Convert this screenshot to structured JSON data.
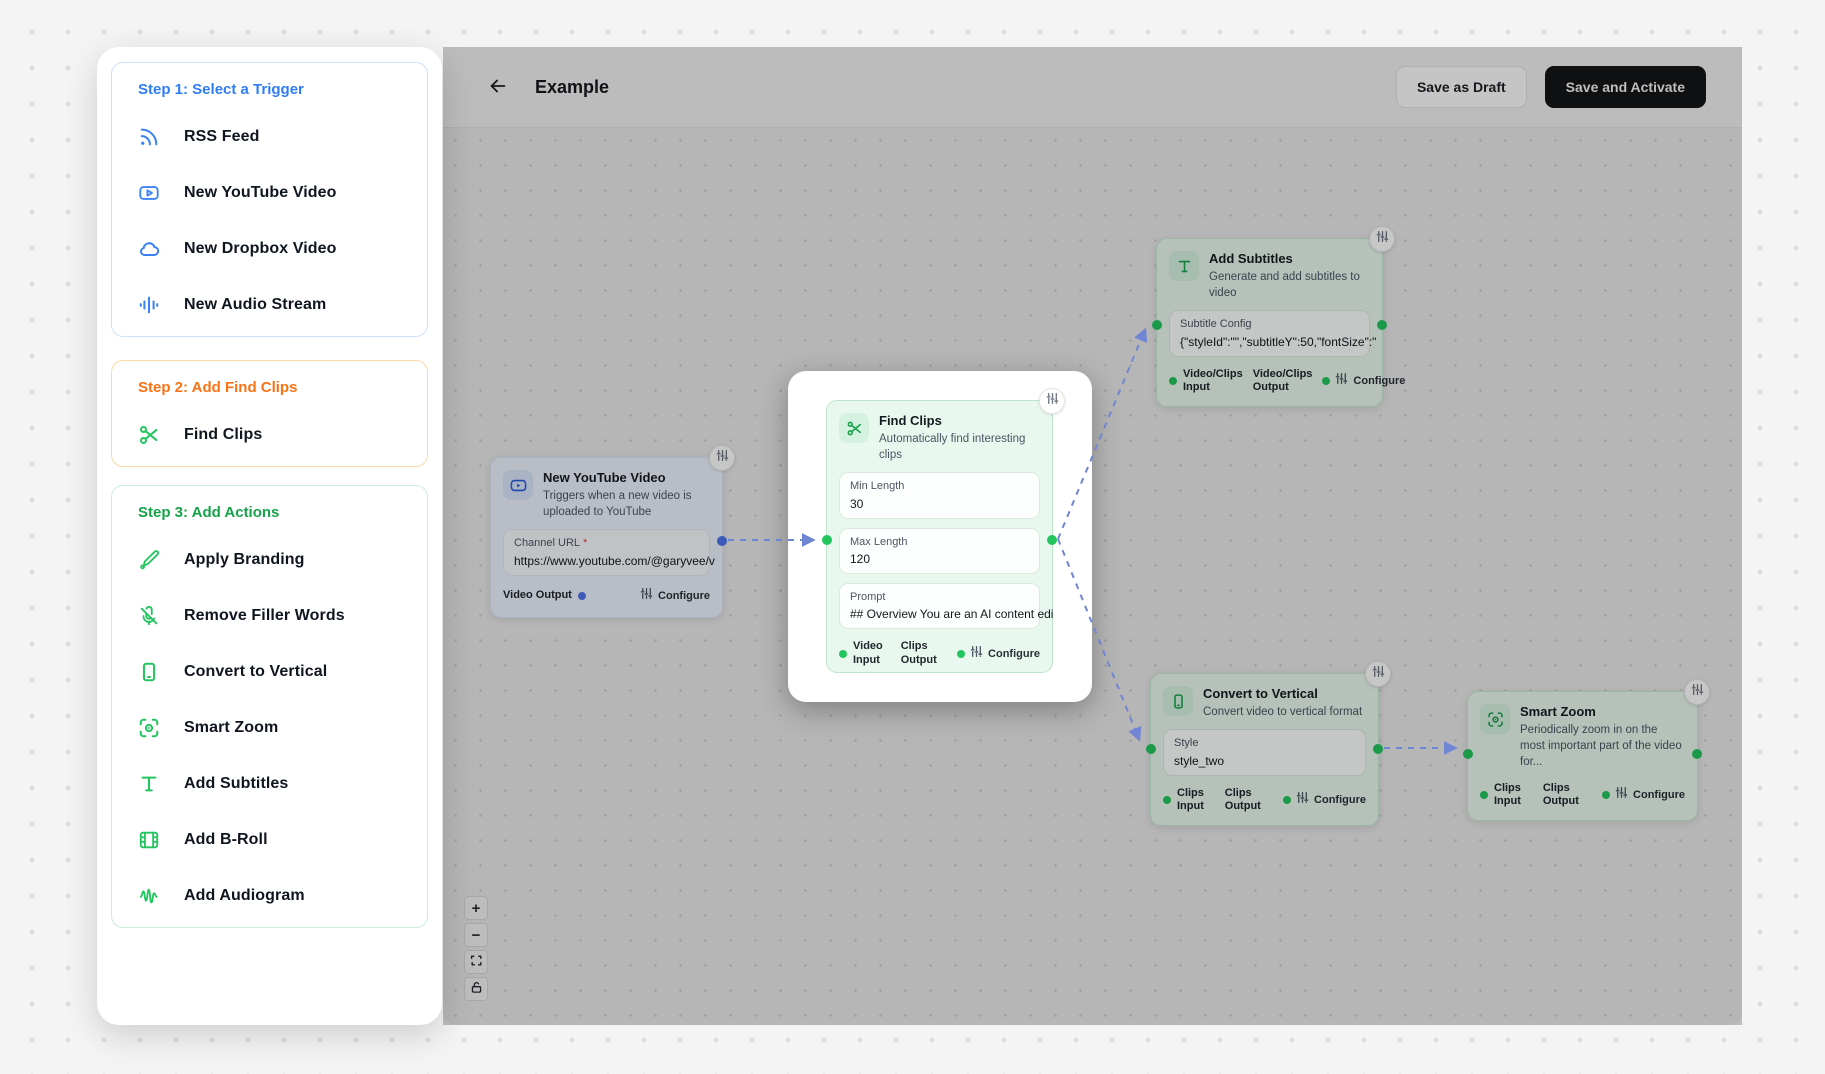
{
  "header": {
    "title": "Example",
    "save_draft_label": "Save as Draft",
    "save_activate_label": "Save and Activate"
  },
  "sidebar": {
    "steps": [
      {
        "title": "Step 1: Select a Trigger",
        "items": [
          {
            "label": "RSS Feed",
            "icon": "rss-icon"
          },
          {
            "label": "New YouTube Video",
            "icon": "youtube-icon"
          },
          {
            "label": "New Dropbox Video",
            "icon": "cloud-icon"
          },
          {
            "label": "New Audio Stream",
            "icon": "audio-bars-icon"
          }
        ]
      },
      {
        "title": "Step 2: Add Find Clips",
        "items": [
          {
            "label": "Find Clips",
            "icon": "scissors-icon"
          }
        ]
      },
      {
        "title": "Step 3: Add Actions",
        "items": [
          {
            "label": "Apply Branding",
            "icon": "paintbrush-icon"
          },
          {
            "label": "Remove Filler Words",
            "icon": "mic-off-icon"
          },
          {
            "label": "Convert to Vertical",
            "icon": "smartphone-icon"
          },
          {
            "label": "Smart Zoom",
            "icon": "eye-scan-icon"
          },
          {
            "label": "Add Subtitles",
            "icon": "type-icon"
          },
          {
            "label": "Add B-Roll",
            "icon": "film-icon"
          },
          {
            "label": "Add Audiogram",
            "icon": "waveform-icon"
          }
        ]
      }
    ]
  },
  "canvas": {
    "nodes": [
      {
        "title": "New YouTube Video",
        "subtitle": "Triggers when a new video is uploaded to YouTube",
        "fields": [
          {
            "label": "Channel URL",
            "required_mark": "*",
            "value": "https://www.youtube.com/@garyvee/v"
          }
        ],
        "ports": {
          "output": "Video Output"
        },
        "configure_label": "Configure"
      },
      {
        "title": "Find Clips",
        "subtitle": "Automatically find interesting clips",
        "fields": [
          {
            "label": "Min Length",
            "value": "30"
          },
          {
            "label": "Max Length",
            "value": "120"
          },
          {
            "label": "Prompt",
            "value": "## Overview You are an AI content edi"
          }
        ],
        "ports": {
          "input": "Video Input",
          "output": "Clips Output"
        },
        "configure_label": "Configure"
      },
      {
        "title": "Add Subtitles",
        "subtitle": "Generate and add subtitles to video",
        "fields": [
          {
            "label": "Subtitle Config",
            "value": "{\"styleId\":\"\",\"subtitleY\":50,\"fontSize\":\""
          }
        ],
        "ports": {
          "input": "Video/Clips Input",
          "output": "Video/Clips Output"
        },
        "configure_label": "Configure"
      },
      {
        "title": "Convert to Vertical",
        "subtitle": "Convert video to vertical format",
        "fields": [
          {
            "label": "Style",
            "value": "style_two"
          }
        ],
        "ports": {
          "input": "Clips Input",
          "output": "Clips Output"
        },
        "configure_label": "Configure"
      },
      {
        "title": "Smart Zoom",
        "subtitle": "Periodically zoom in on the most important part of the video for...",
        "fields": [],
        "ports": {
          "input": "Clips Input",
          "output": "Clips Output"
        },
        "configure_label": "Configure"
      }
    ],
    "zoom_controls": {
      "zoom_in": "+",
      "zoom_out": "−"
    }
  },
  "colors": {
    "step1_accent": "#2f7df6",
    "step2_accent": "#f97316",
    "step3_accent": "#16a34a",
    "port_green": "#22c55e",
    "port_blue": "#4f74ee",
    "connector_blue": "#7185d5",
    "save_activate_bg": "#141517"
  }
}
